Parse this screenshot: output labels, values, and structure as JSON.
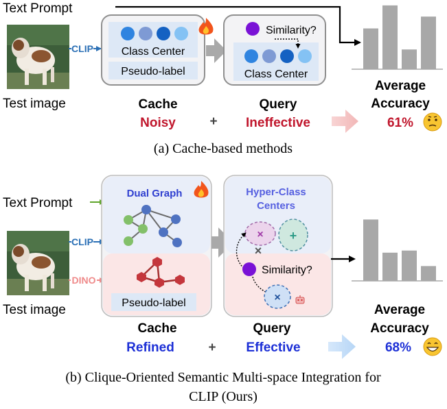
{
  "panel_a": {
    "text_prompt": "Text Prompt",
    "clip_tag": "CLIP",
    "test_image_label": "Test image",
    "class_center": "Class Center",
    "pseudo_label": "Pseudo-label",
    "similarity": "Similarity?",
    "query_class_center": "Class Center",
    "cache_label": "Cache",
    "cache_state": "Noisy",
    "plus": "+",
    "query_label": "Query",
    "query_state": "Ineffective",
    "avg_accuracy_line1": "Average",
    "avg_accuracy_line2": "Accuracy",
    "accuracy_value": "61%",
    "caption": "(a) Cache-based methods",
    "bars": [
      0.62,
      0.97,
      0.3,
      0.8
    ]
  },
  "panel_b": {
    "text_prompt": "Text Prompt",
    "clip_tag": "CLIP",
    "dino_tag": "DINO",
    "test_image_label": "Test image",
    "dual_graph": "Dual Graph",
    "pseudo_label": "Pseudo-label",
    "hyper_class_line1": "Hyper-Class",
    "hyper_class_line2": "Centers",
    "similarity": "Similarity?",
    "cache_label": "Cache",
    "cache_state": "Refined",
    "plus": "+",
    "query_label": "Query",
    "query_state": "Effective",
    "avg_accuracy_line1": "Average",
    "avg_accuracy_line2": "Accuracy",
    "accuracy_value": "68%",
    "caption_line1": "(b) Clique-Oriented Semantic Multi-space Integration for",
    "caption_line2": "CLIP (Ours)",
    "bars": [
      0.87,
      0.4,
      0.43,
      0.21
    ]
  },
  "colors": {
    "clip_blue": "#2a6fb5",
    "noisy_red": "#c0162c",
    "refined_blue": "#1c2fd6",
    "dino_pink": "#ef8a8a",
    "bar_gray": "#a8a8a8",
    "purple_query": "#7a12d6",
    "dual_graph_blue": "#2f3fd0",
    "hyper_class_blue": "#5660e0"
  }
}
